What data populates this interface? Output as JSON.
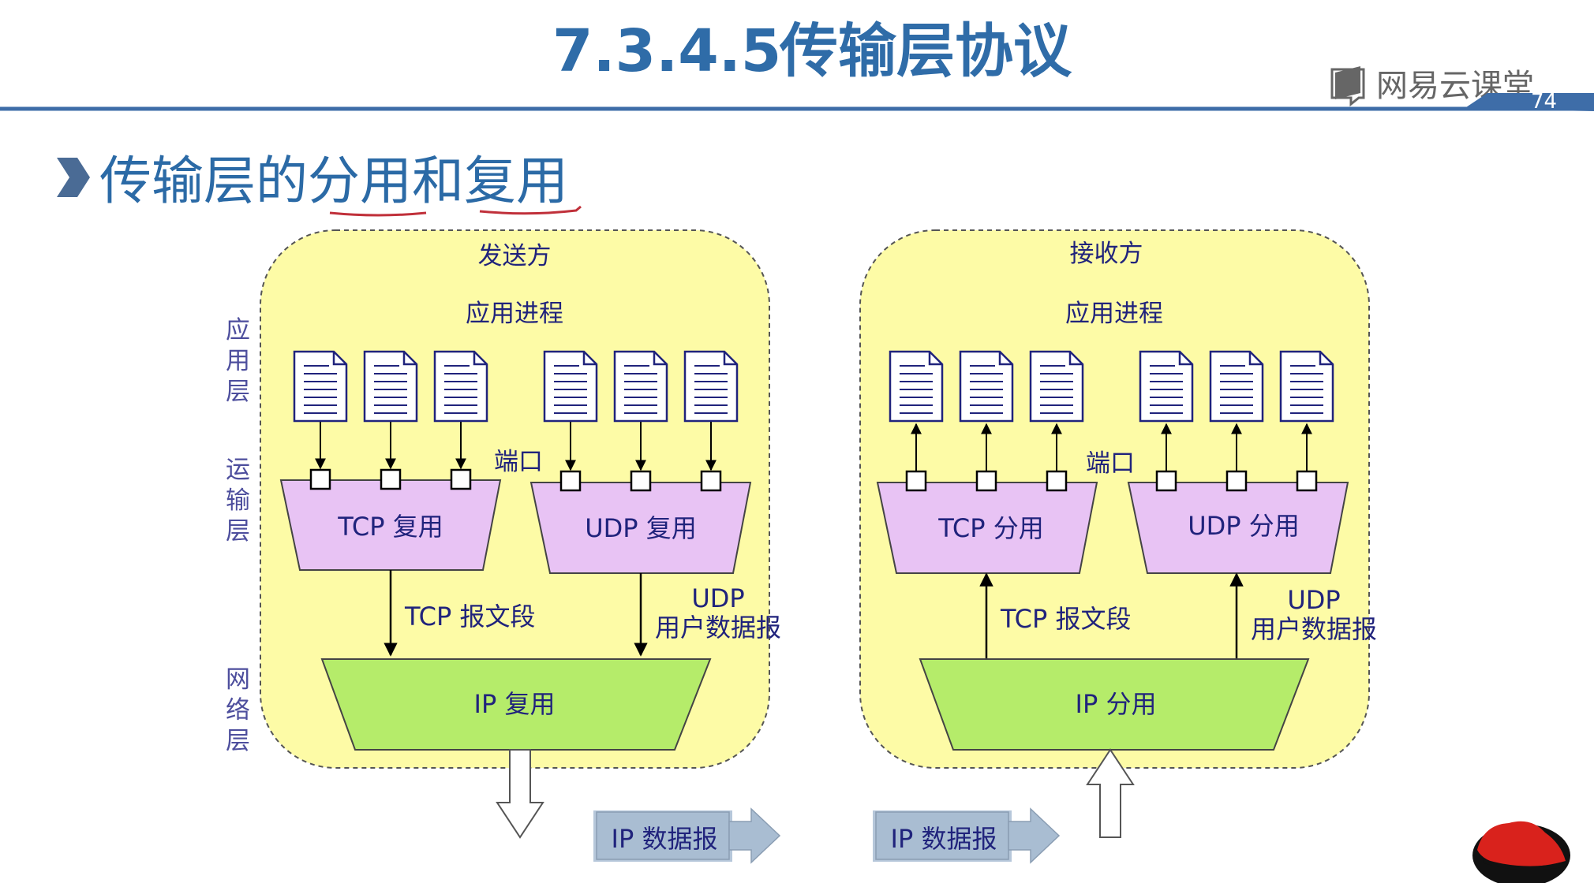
{
  "header": {
    "section_number": "7.3.4.5",
    "title": "传输层协议",
    "brand": "网易云课堂",
    "page_number": "74"
  },
  "subtitle": "传输层的分用和复用",
  "layers": [
    "应用层",
    "运输层",
    "网络层"
  ],
  "sender": {
    "title": "发送方",
    "app_process": "应用进程",
    "port": "端口",
    "tcp_box": "TCP 复用",
    "udp_box": "UDP 复用",
    "tcp_segment": "TCP 报文段",
    "udp_line1": "UDP",
    "udp_line2": "用户数据报",
    "ip_box": "IP 复用",
    "datagram": "IP 数据报"
  },
  "receiver": {
    "title": "接收方",
    "app_process": "应用进程",
    "port": "端口",
    "tcp_box": "TCP 分用",
    "udp_box": "UDP 分用",
    "tcp_segment": "TCP 报文段",
    "udp_line1": "UDP",
    "udp_line2": "用户数据报",
    "ip_box": "IP 分用",
    "datagram": "IP 数据报"
  },
  "colors": {
    "title_blue": "#2f6ca8",
    "panel_fill": "#fdfba6",
    "transport_fill": "#e8c3f4",
    "network_fill": "#b5ec6a",
    "datagram_fill": "#a9bdd2"
  }
}
